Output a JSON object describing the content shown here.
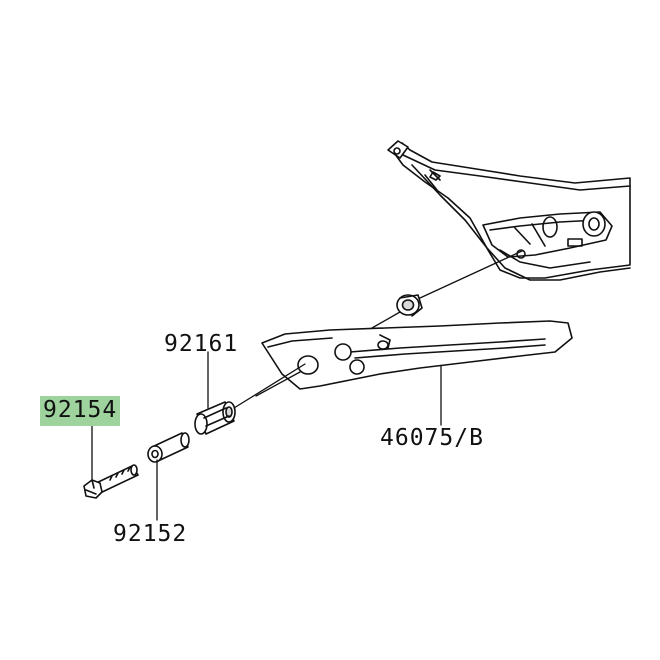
{
  "parts": {
    "p92154": {
      "number": "92154",
      "highlighted": true
    },
    "p92161": {
      "number": "92161"
    },
    "p92152": {
      "number": "92152"
    },
    "p46075": {
      "number": "46075/B"
    }
  },
  "colors": {
    "highlight": "#9ed39e",
    "line": "#111111",
    "fill": "#ffffff",
    "shade": "#d9d9d9"
  }
}
